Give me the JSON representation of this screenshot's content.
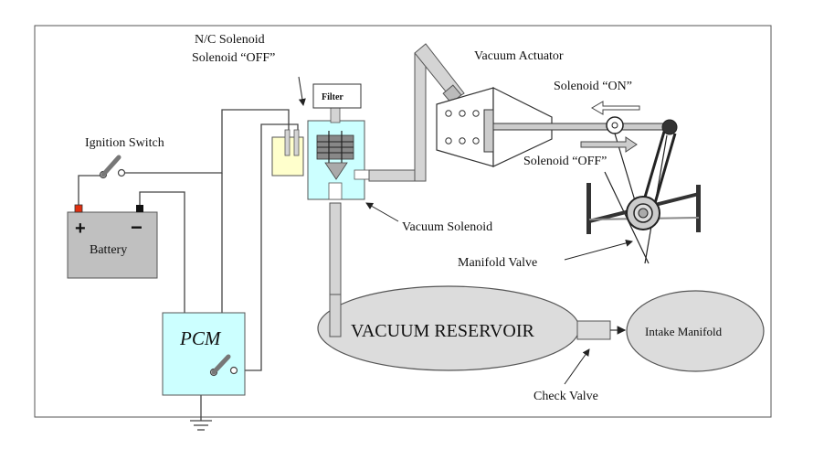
{
  "labels": {
    "nc_solenoid": "N/C Solenoid",
    "solenoid_off_top": "Solenoid “OFF”",
    "filter": "Filter",
    "vacuum_actuator": "Vacuum Actuator",
    "solenoid_on": "Solenoid “ON”",
    "solenoid_off_right": "Solenoid “OFF”",
    "ignition_switch": "Ignition Switch",
    "battery": "Battery",
    "battery_plus": "+",
    "battery_minus": "−",
    "vacuum_solenoid": "Vacuum Solenoid",
    "manifold_valve": "Manifold Valve",
    "pcm": "PCM",
    "vacuum_reservoir": "VACUUM RESERVOIR",
    "intake_manifold": "Intake Manifold",
    "check_valve": "Check Valve"
  },
  "colors": {
    "battery_fill": "#c0c0c0",
    "pcm_fill": "#ccffff",
    "solenoid_fill": "#ccffff",
    "connector_fill": "#ffffcc",
    "hose_fill": "#d4d4d4",
    "reservoir_fill": "#dcdcdc",
    "wire": "#444444",
    "positive_terminal": "#e03010"
  }
}
